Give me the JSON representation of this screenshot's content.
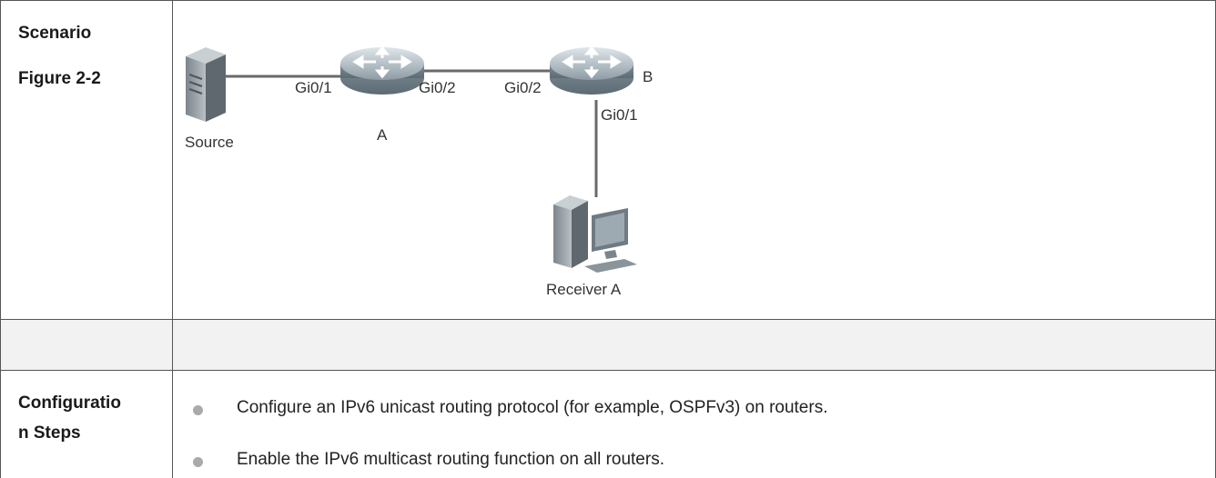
{
  "scenario": {
    "label_line1": "Scenario",
    "label_line2": "Figure 2-2",
    "diagram": {
      "source_label": "Source",
      "router_a_label": "A",
      "router_b_label": "B",
      "receiver_label": "Receiver A",
      "a_port_left": "Gi0/1",
      "a_port_right": "Gi0/2",
      "b_port_left": "Gi0/2",
      "b_port_down": "Gi0/1",
      "icons": [
        "server-icon",
        "router-icon",
        "router-icon",
        "desktop-computer-icon"
      ]
    }
  },
  "config": {
    "label_line1": "Configuratio",
    "label_line2": "n Steps",
    "steps": [
      "Configure an IPv6 unicast routing protocol (for example, OSPFv3) on routers.",
      "Enable the IPv6 multicast routing function on all routers."
    ]
  }
}
